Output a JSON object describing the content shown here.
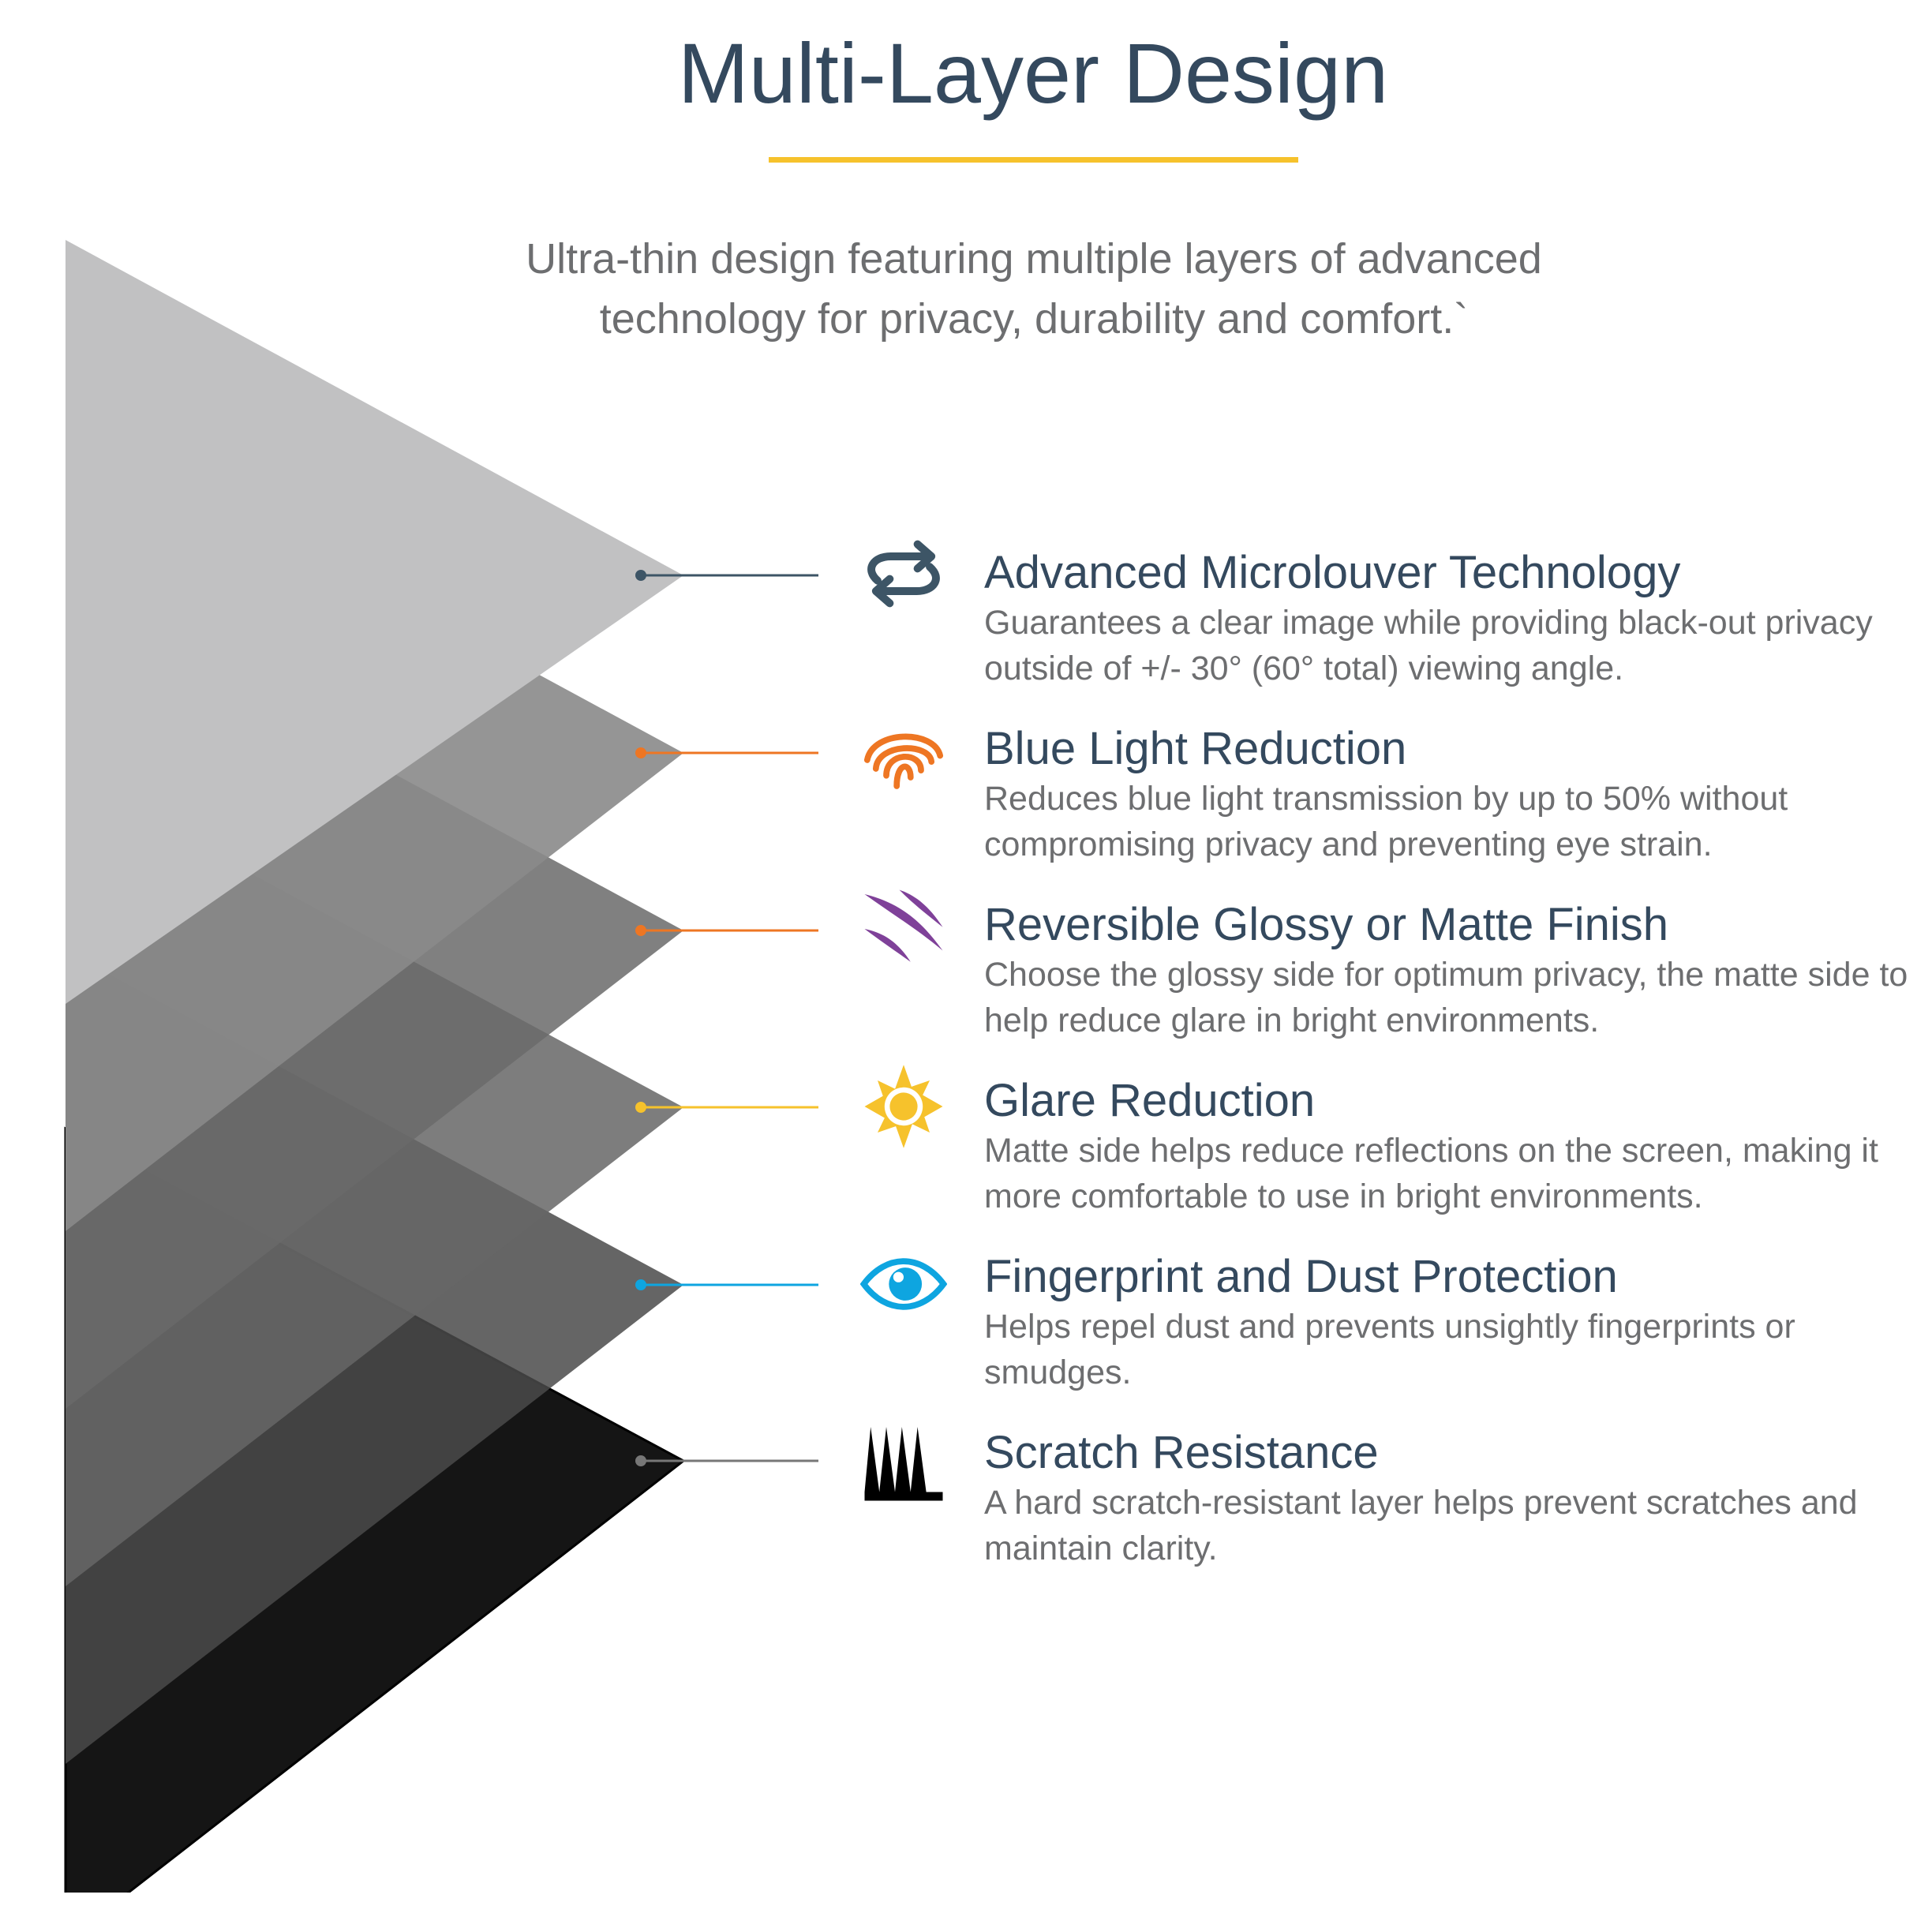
{
  "title": "Multi-Layer Design",
  "subtitle": "Ultra-thin design featuring multiple layers of advanced technology for privacy, durability and comfort.`",
  "colors": {
    "title": "#34495e",
    "accent": "#f6c22c",
    "body": "#6d6e70"
  },
  "features": [
    {
      "heading": "Advanced Microlouver Technology",
      "description": "Guarantees a clear image while providing black-out privacy outside of +/- 30° (60° total) viewing angle.",
      "icon": "refresh-arrows-icon",
      "color": "#3d5566"
    },
    {
      "heading": "Blue Light Reduction",
      "description": "Reduces blue light transmission by up to 50% without compromising privacy and preventing eye strain.",
      "icon": "fingerprint-icon",
      "color": "#ee7623"
    },
    {
      "heading": "Reversible Glossy or Matte Finish",
      "description": "Choose the glossy side for optimum privacy, the matte side to help reduce glare in bright environments.",
      "icon": "claw-marks-icon",
      "color": "#7f4199"
    },
    {
      "heading": "Glare Reduction",
      "description": "Matte side helps reduce reflections on the screen, making it more comfortable to use in bright environments.",
      "icon": "sun-icon",
      "color": "#f6c22c"
    },
    {
      "heading": "Fingerprint and Dust Protection",
      "description": "Helps repel dust and prevents unsightly fingerprints or smudges.",
      "icon": "eye-icon",
      "color": "#0ea5e0"
    },
    {
      "heading": "Scratch Resistance",
      "description": "A hard scratch-resistant layer helps prevent scratches and maintain clarity.",
      "icon": "spikes-icon",
      "color": "#111111"
    }
  ]
}
